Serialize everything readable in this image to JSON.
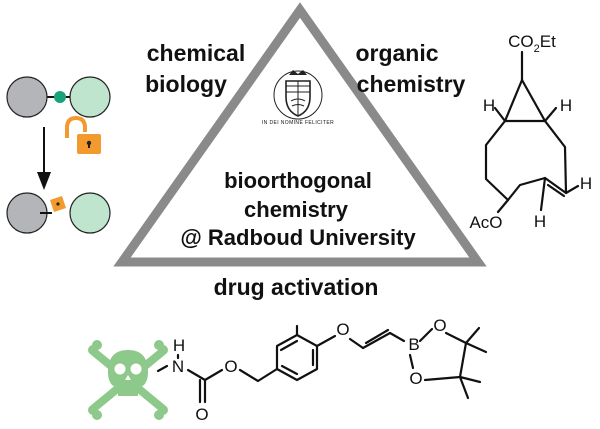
{
  "labels": {
    "top_left": [
      "chemical",
      "biology"
    ],
    "top_right": [
      "organic",
      "chemistry"
    ],
    "center": [
      "bioorthogonal",
      "chemistry",
      "@ Radboud University"
    ],
    "bottom": "drug activation"
  },
  "seal": {
    "motto": "IN DEI NOMINE FELICITER"
  },
  "molecule_top": {
    "ester": "CO2Et",
    "h_labels": [
      "H",
      "H",
      "H",
      "H"
    ],
    "acetate": "AcO"
  },
  "molecule_bottom": {
    "nh": "H",
    "n": "N",
    "o_atoms": [
      "O",
      "O",
      "O",
      "O",
      "O"
    ],
    "b": "B"
  },
  "colors": {
    "triangle": "#8a8a8a",
    "grey_sphere": "#b4b5b8",
    "green_sphere": "#bfe5cf",
    "linker_dot": "#1aa37a",
    "lock": "#f29a2e",
    "skull": "#8dc98a"
  },
  "icons": [
    "open-lock-icon",
    "skull-crossbones-icon",
    "university-seal-icon"
  ]
}
